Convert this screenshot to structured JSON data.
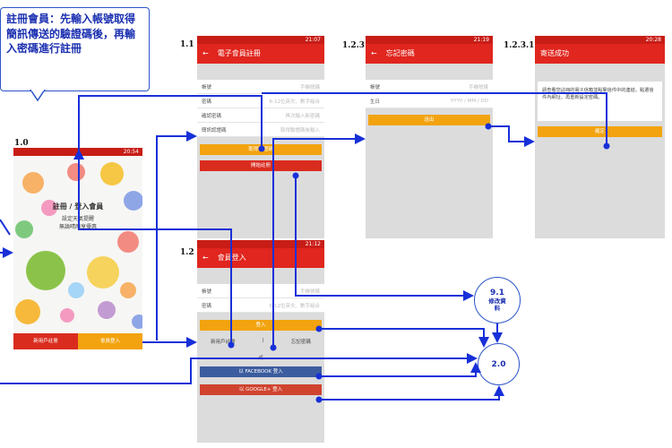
{
  "callout_text": "註冊會員：先輸入帳號取得簡訊傳送的驗證碼後，再輸入密碼進行註冊",
  "labels": {
    "s10": "1.0",
    "s11": "1.1",
    "s12": "1.2",
    "s123": "1.2.3",
    "s1231": "1.2.3.1"
  },
  "screen10": {
    "status_time": "20:54",
    "title": "註冊 / 登入會員",
    "line1": "設定天氣提醒",
    "line2": "無論晴雨享優惠",
    "tab_register": "新用戶註冊",
    "tab_login": "會員登入"
  },
  "screen11": {
    "status_time": "21:07",
    "header": "電子會員註冊",
    "fields": [
      {
        "label": "帳號",
        "ph": "手機號碼"
      },
      {
        "label": "密碼",
        "ph": "6-12位英文、數字組合"
      },
      {
        "label": "確認密碼",
        "ph": "再次輸入新密碼"
      },
      {
        "label": "簡訊認證碼",
        "ph": "取得驗證碼後輸入"
      }
    ],
    "btn_code": "取得驗證碼",
    "btn_register": "開始註冊"
  },
  "screen12": {
    "status_time": "21:12",
    "header": "會員登入",
    "fields": [
      {
        "label": "帳號",
        "ph": "手機號碼"
      },
      {
        "label": "密碼",
        "ph": "6-12位英文、數字組合"
      }
    ],
    "btn_login": "登入",
    "link_register": "新用戶註冊",
    "link_forgot": "忘記密碼",
    "or": "或",
    "btn_facebook": "以 FACEBOOK 登入",
    "btn_google": "以 GOOGLE+ 登入"
  },
  "screen123": {
    "status_time": "21:19",
    "header": "忘記密碼",
    "fields": [
      {
        "label": "帳號",
        "ph": "手機號碼"
      },
      {
        "label": "生日",
        "ph": "YYYY / MM / DD"
      }
    ],
    "btn_send": "送出"
  },
  "screen1231": {
    "status_time": "20:28",
    "header": "寄送成功",
    "message": "請查看您註冊的電子信箱並點擊信件中的連結，點選信件內網址，再重新設定密碼。",
    "btn_confirm": "確定"
  },
  "nodes": {
    "n91_num": "9.1",
    "n91_text": "修改資料",
    "n20": "2.0"
  },
  "colors": {
    "arrow": "#1730d8",
    "red": "#e0261e",
    "yellow": "#f2a30f"
  }
}
